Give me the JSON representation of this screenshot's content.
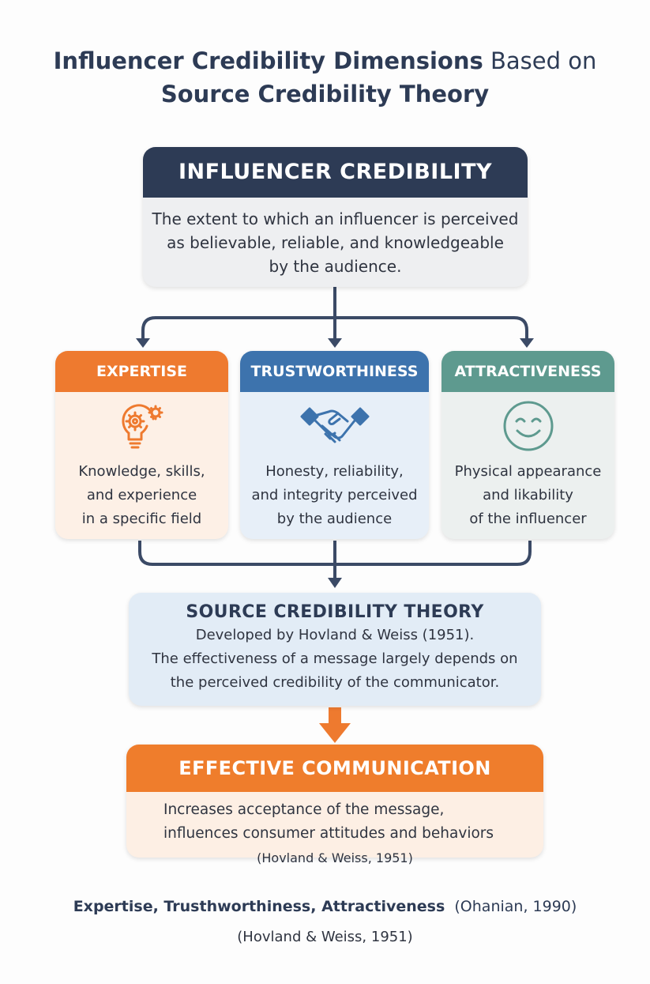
{
  "title": {
    "bold_part": "Influencer Credibility Dimensions",
    "regular_part": " Based on",
    "line2": "Source Credibility Theory"
  },
  "credibility": {
    "heading": "INFLUENCER CREDIBILITY",
    "line1": "The extent to which an influencer is perceived",
    "line2": "as believable, reliable, and knowledgeable",
    "line3": "by the audience."
  },
  "dimensions": [
    {
      "heading": "EXPERTISE",
      "icon": "lightbulb-gears-icon",
      "color": "#ee7a2f",
      "lines": [
        "Knowledge, skills,",
        "and experience",
        "in a specific field"
      ]
    },
    {
      "heading": "TRUSTWORTHINESS",
      "icon": "handshake-icon",
      "color": "#3d73ad",
      "lines": [
        "Honesty, reliability,",
        "and integrity perceived",
        "by the audience"
      ]
    },
    {
      "heading": "ATTRACTIVENESS",
      "icon": "smiley-face-icon",
      "color": "#5e9a8f",
      "lines": [
        "Physical appearance",
        "and likability",
        "of the influencer"
      ]
    }
  ],
  "source_theory": {
    "heading": "SOURCE CREDIBILITY THEORY",
    "line1": "Developed by Hovland & Weiss (1951).",
    "line2": "The effectiveness of a message largely depends on",
    "line3": "the perceived credibility of the communicator."
  },
  "effective": {
    "heading": "EFFECTIVE COMMUNICATION",
    "line1": "Increases acceptance of the message,",
    "line2": "influences consumer attitudes and behaviors",
    "citation": "(Hovland & Weiss, 1951)"
  },
  "footer": {
    "bold": "Expertise, Trusthworthiness, Attractiveness",
    "cite": "(Ohanian, 1990)",
    "line2": "(Hovland & Weiss, 1951)"
  },
  "colors": {
    "navy": "#2d3b55",
    "orange": "#ee7a2f",
    "blue": "#3d73ad",
    "teal": "#5e9a8f",
    "connector": "#3b4a66"
  }
}
